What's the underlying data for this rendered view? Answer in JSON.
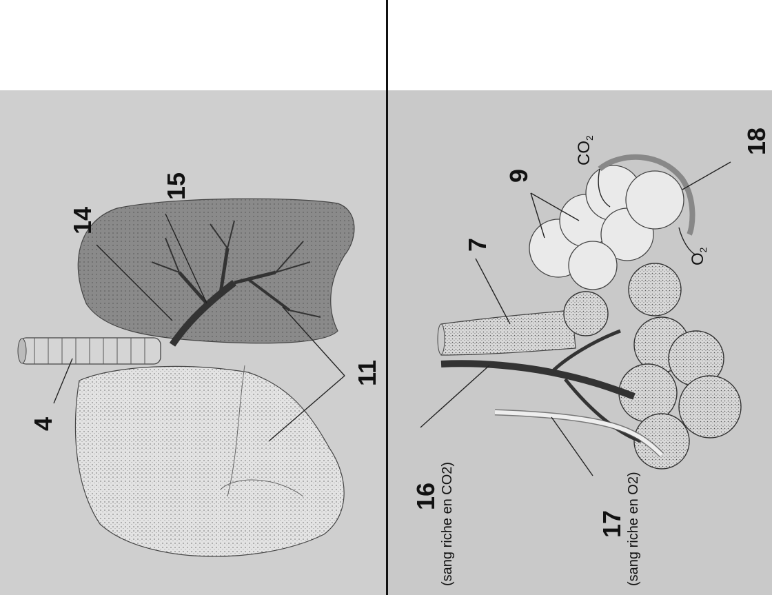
{
  "labels": {
    "left": [
      "4",
      "14",
      "15",
      "11"
    ],
    "right": [
      "9",
      "7",
      "18",
      "16",
      "17"
    ]
  },
  "notes": {
    "co2_label": "CO",
    "co2_sub": "2",
    "o2_label": "O",
    "o2_sub": "2",
    "sang_co2": "(sang riche en CO2)",
    "sang_o2": "(sang riche en O2)"
  }
}
